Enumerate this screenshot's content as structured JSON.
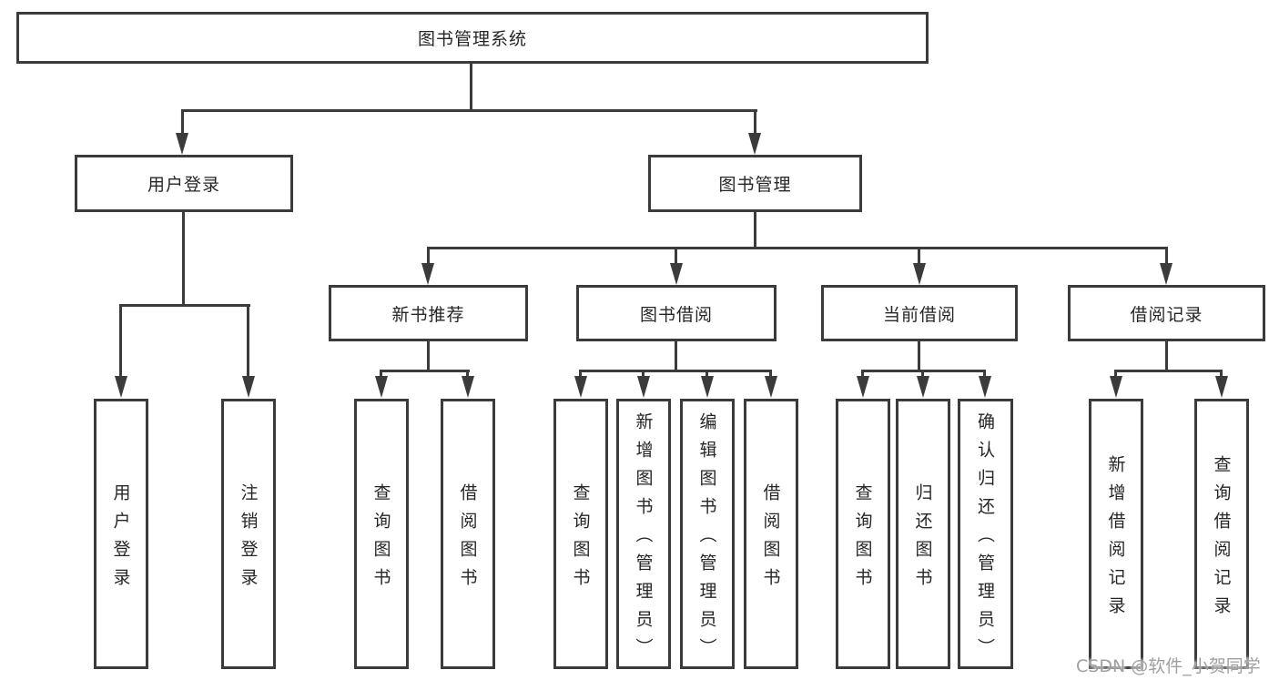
{
  "diagram": {
    "type": "tree",
    "root": {
      "label": "图书管理系统",
      "children": [
        {
          "label": "用户登录",
          "children": [
            {
              "label": "用户登录"
            },
            {
              "label": "注销登录"
            }
          ]
        },
        {
          "label": "图书管理",
          "children": [
            {
              "label": "新书推荐",
              "children": [
                {
                  "label": "查询图书"
                },
                {
                  "label": "借阅图书"
                }
              ]
            },
            {
              "label": "图书借阅",
              "children": [
                {
                  "label": "查询图书"
                },
                {
                  "label": "新增图书（管理员）"
                },
                {
                  "label": "编辑图书（管理员）"
                },
                {
                  "label": "借阅图书"
                }
              ]
            },
            {
              "label": "当前借阅",
              "children": [
                {
                  "label": "查询图书"
                },
                {
                  "label": "归还图书"
                },
                {
                  "label": "确认归还（管理员）"
                }
              ]
            },
            {
              "label": "借阅记录",
              "children": [
                {
                  "label": "新增借阅记录"
                },
                {
                  "label": "查询借阅记录"
                }
              ]
            }
          ]
        }
      ]
    }
  },
  "watermark": {
    "text": "CSDN @软件_小贺同学"
  },
  "colors": {
    "line": "#3b3b3b",
    "text": "#262626",
    "background": "#ffffff",
    "watermark": "#a0a0a0"
  }
}
